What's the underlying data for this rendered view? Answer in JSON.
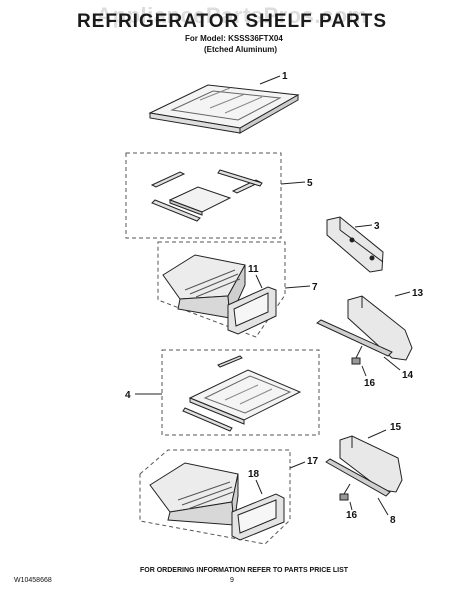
{
  "header": {
    "watermark": "AppliancePartsPros.com",
    "title": "REFRIGERATOR SHELF PARTS",
    "model_line": "For Model: KSSS36FTX04",
    "finish_line": "(Etched Aluminum)"
  },
  "callouts": [
    "1",
    "5",
    "3",
    "11",
    "7",
    "13",
    "16",
    "14",
    "4",
    "15",
    "17",
    "18",
    "16",
    "8"
  ],
  "footer": {
    "doc_number": "W10458668",
    "note": "FOR ORDERING INFORMATION REFER TO PARTS PRICE LIST",
    "page": "9"
  },
  "colors": {
    "line": "#222222",
    "dash": "#555555",
    "fill": "#e8e8e8"
  }
}
